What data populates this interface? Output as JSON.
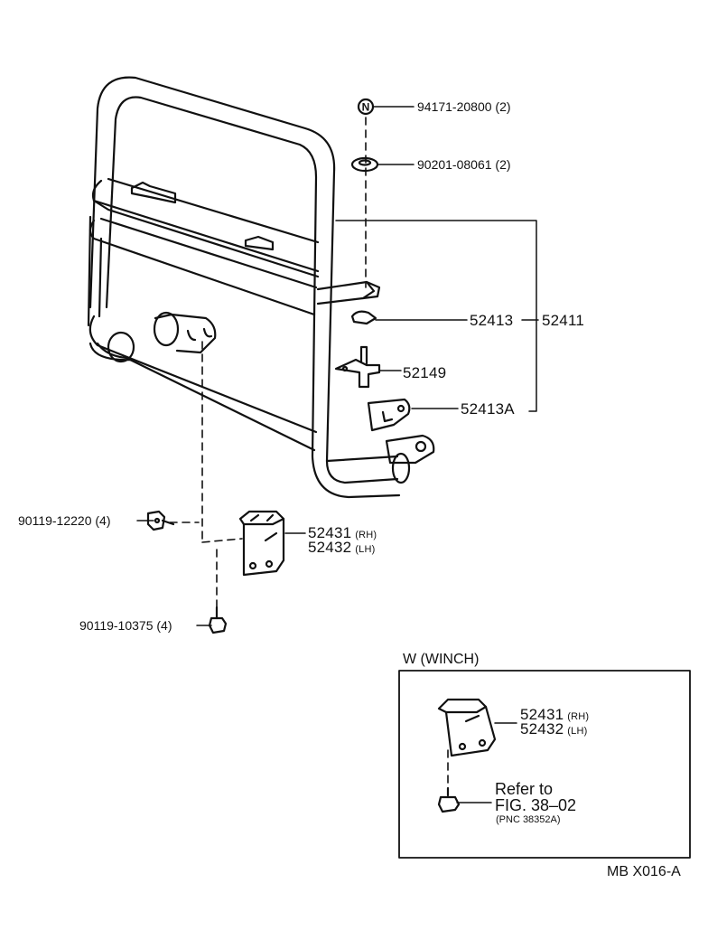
{
  "diagram": {
    "parts": [
      {
        "id": "p94171",
        "number": "94171-20800",
        "qty": "(2)"
      },
      {
        "id": "p90201",
        "number": "90201-08061",
        "qty": "(2)"
      },
      {
        "id": "p52413",
        "number": "52413"
      },
      {
        "id": "p52411",
        "number": "52411"
      },
      {
        "id": "p52149",
        "number": "52149"
      },
      {
        "id": "p52413A",
        "number": "52413A"
      },
      {
        "id": "p90119a",
        "number": "90119-12220",
        "qty": "(4)"
      },
      {
        "id": "p52431",
        "number": "52431",
        "side": "(RH)"
      },
      {
        "id": "p52432",
        "number": "52432",
        "side": "(LH)"
      },
      {
        "id": "p90119b",
        "number": "90119-10375",
        "qty": "(4)"
      }
    ],
    "nut_symbol": "N",
    "inset": {
      "title": "W (WINCH)",
      "parts": [
        {
          "number": "52431",
          "side": "(RH)"
        },
        {
          "number": "52432",
          "side": "(LH)"
        }
      ],
      "refer_line1": "Refer to",
      "refer_line2": "FIG. 38–02",
      "refer_line3": "(PNC 38352A)"
    },
    "figure_code": "MB X016-A"
  }
}
